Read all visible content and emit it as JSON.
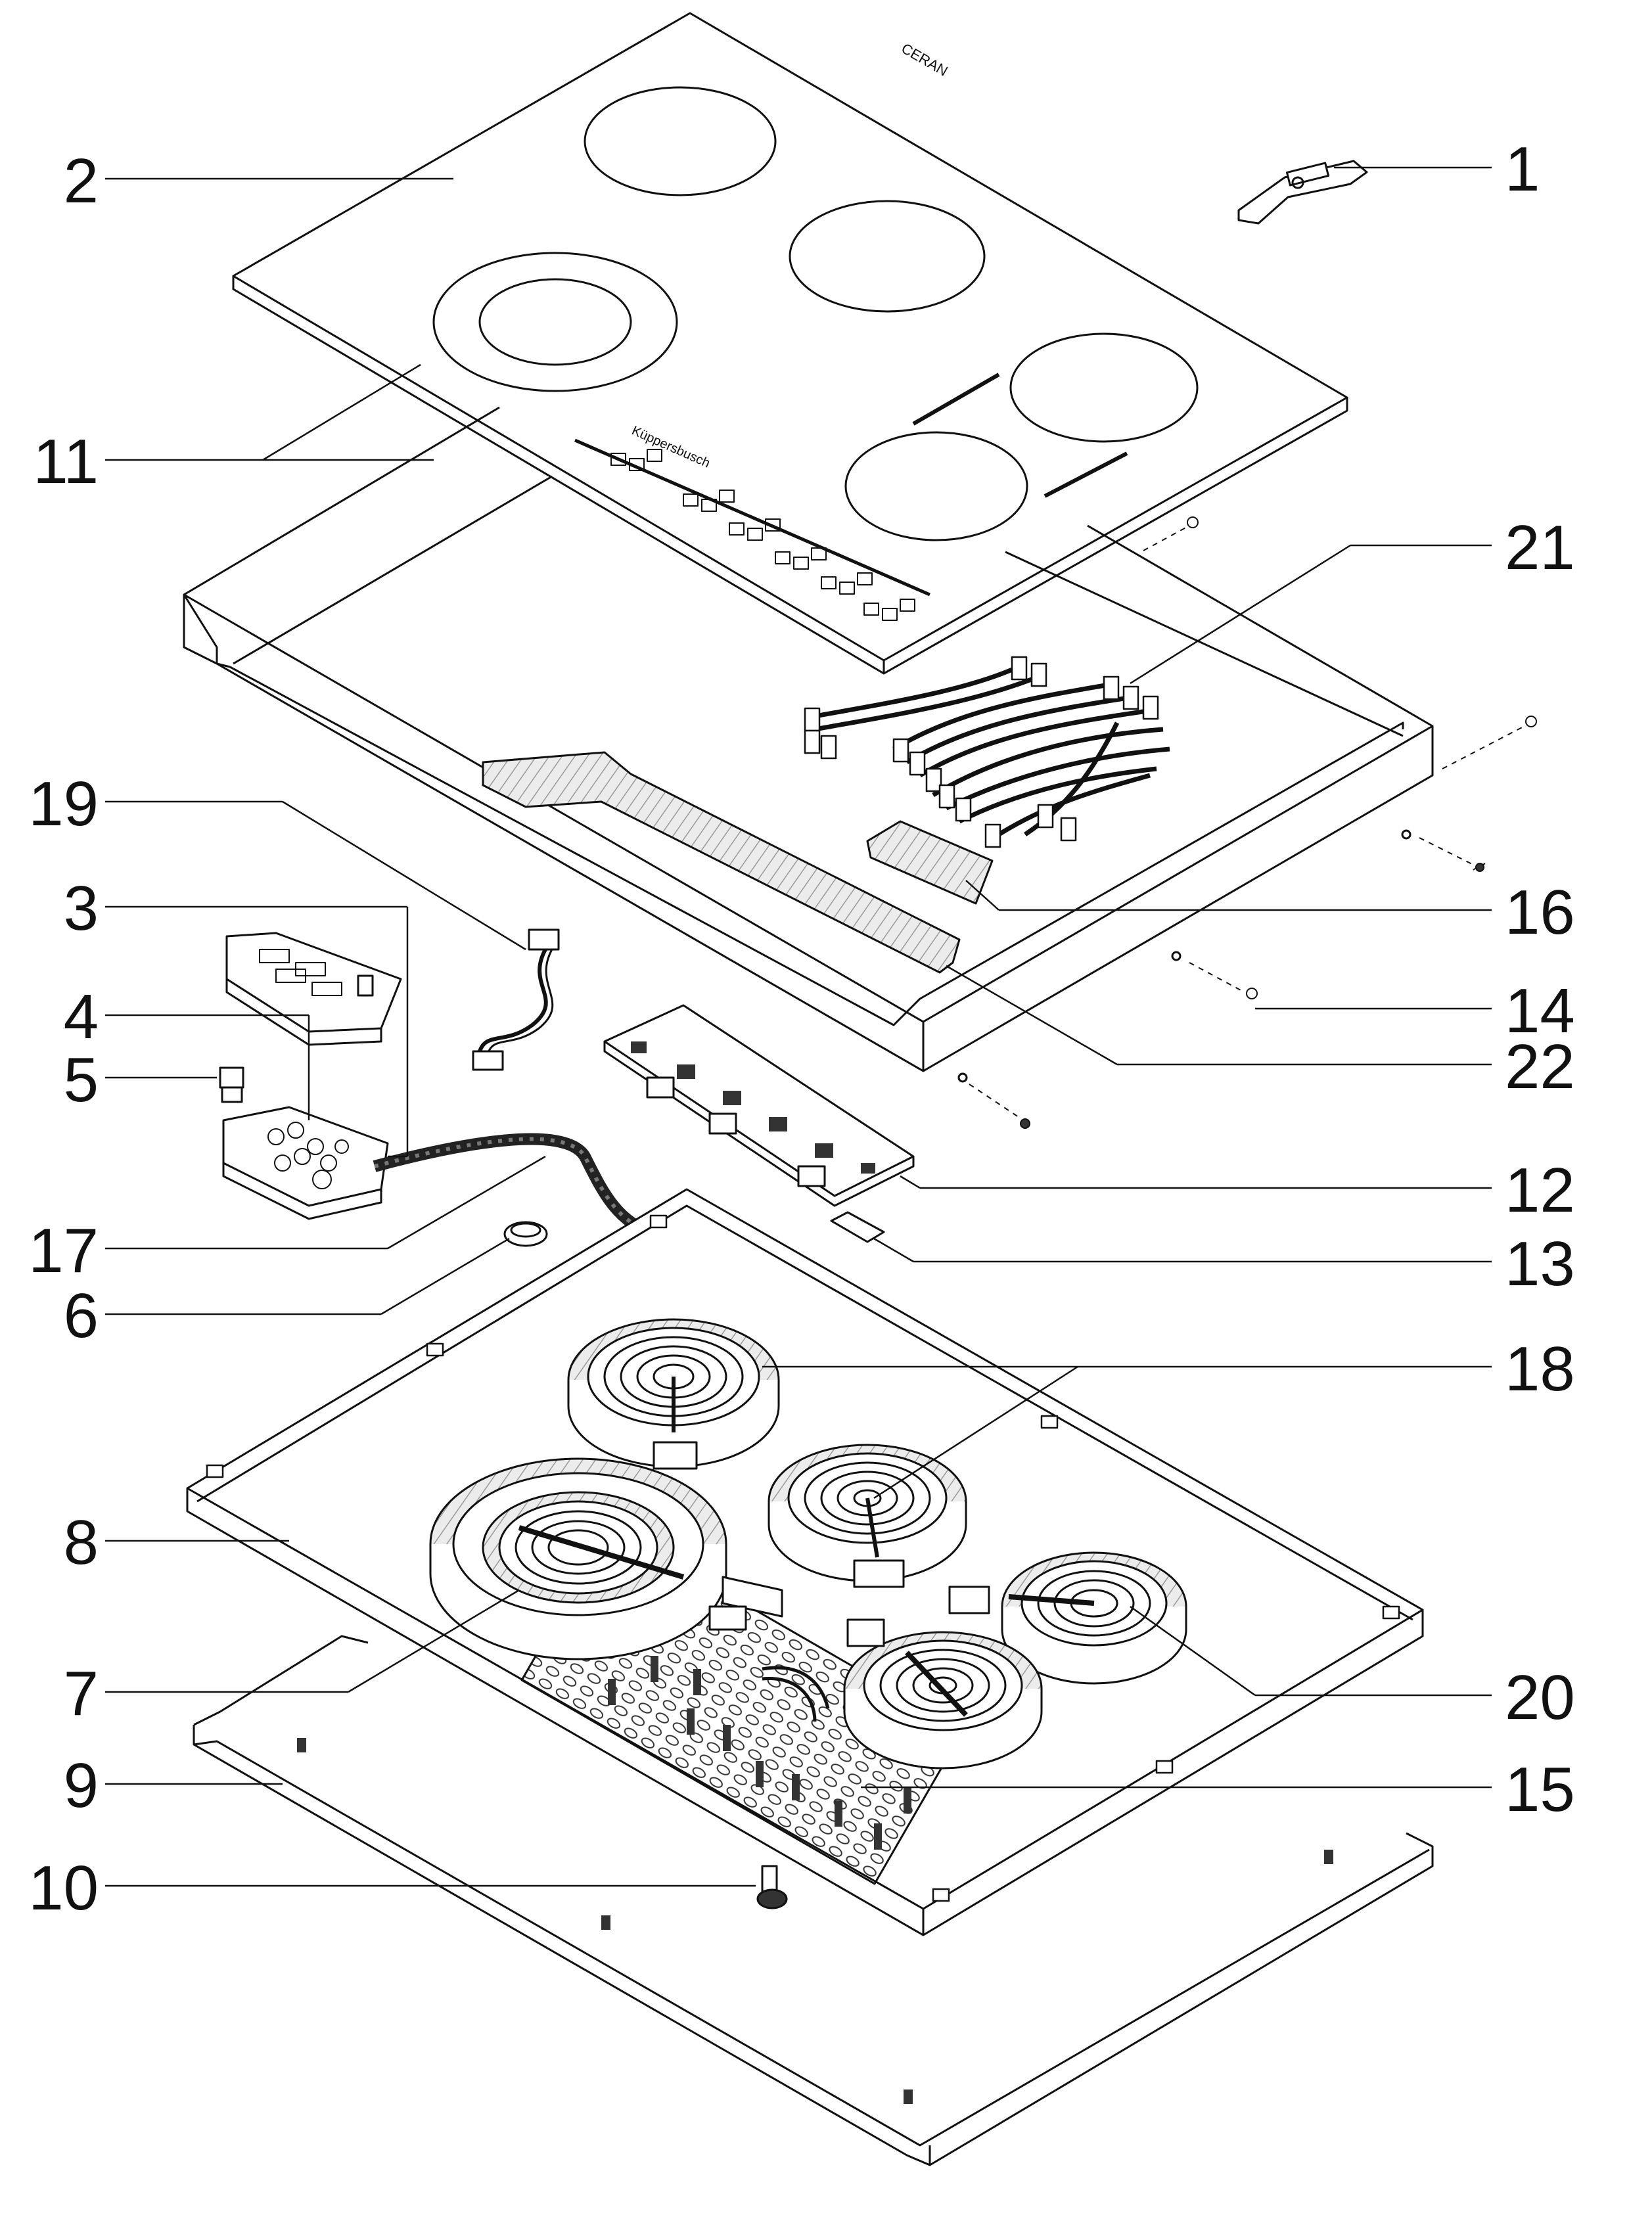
{
  "callouts": {
    "c1": "1",
    "c2": "2",
    "c3": "3",
    "c4": "4",
    "c5": "5",
    "c6": "6",
    "c7": "7",
    "c8": "8",
    "c9": "9",
    "c10": "10",
    "c11": "11",
    "c12": "12",
    "c13": "13",
    "c14": "14",
    "c15": "15",
    "c16": "16",
    "c17": "17",
    "c18": "18",
    "c19": "19",
    "c20": "20",
    "c21": "21",
    "c22": "22"
  },
  "labels": {
    "brand_top": "CERAN",
    "brand_panel": "Küppersbusch"
  },
  "colors": {
    "ink": "#111111",
    "paper": "#ffffff",
    "fill_light": "#f2f2f2",
    "fill_hatch": "#d9d9d9",
    "fill_dark": "#2a2a2a"
  }
}
